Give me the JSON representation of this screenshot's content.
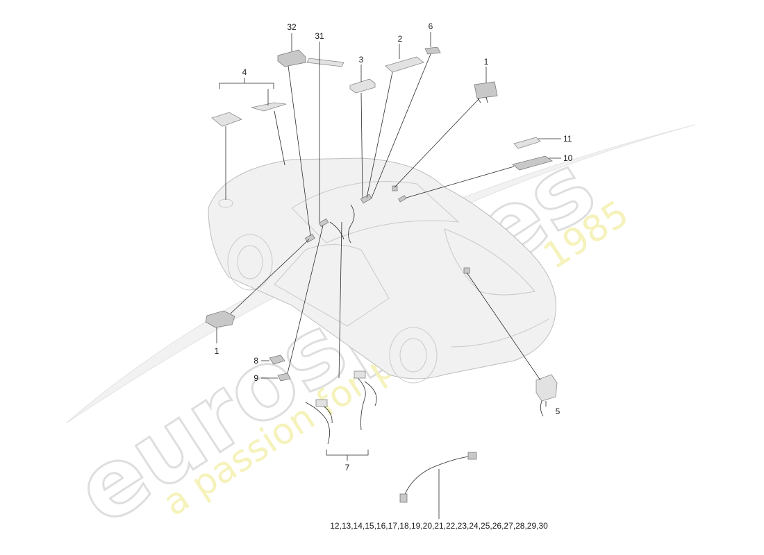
{
  "watermark": {
    "brand": "eurospares",
    "tagline": "a passion for parts since 1985"
  },
  "callouts": {
    "c32": "32",
    "c31": "31",
    "c6": "6",
    "c2": "2",
    "c3": "3",
    "c4": "4",
    "c1_top": "1",
    "c11": "11",
    "c10": "10",
    "c1_bottom": "1",
    "c8": "8",
    "c9": "9",
    "c5": "5",
    "c7": "7",
    "c_range": "12,13,14,15,16,17,18,19,20,21,22,23,24,25,26,27,28,29,30"
  },
  "colors": {
    "watermark_outline": "#d9d9d9",
    "tagline": "#f4f0b0",
    "line": "#2a2a2a"
  }
}
